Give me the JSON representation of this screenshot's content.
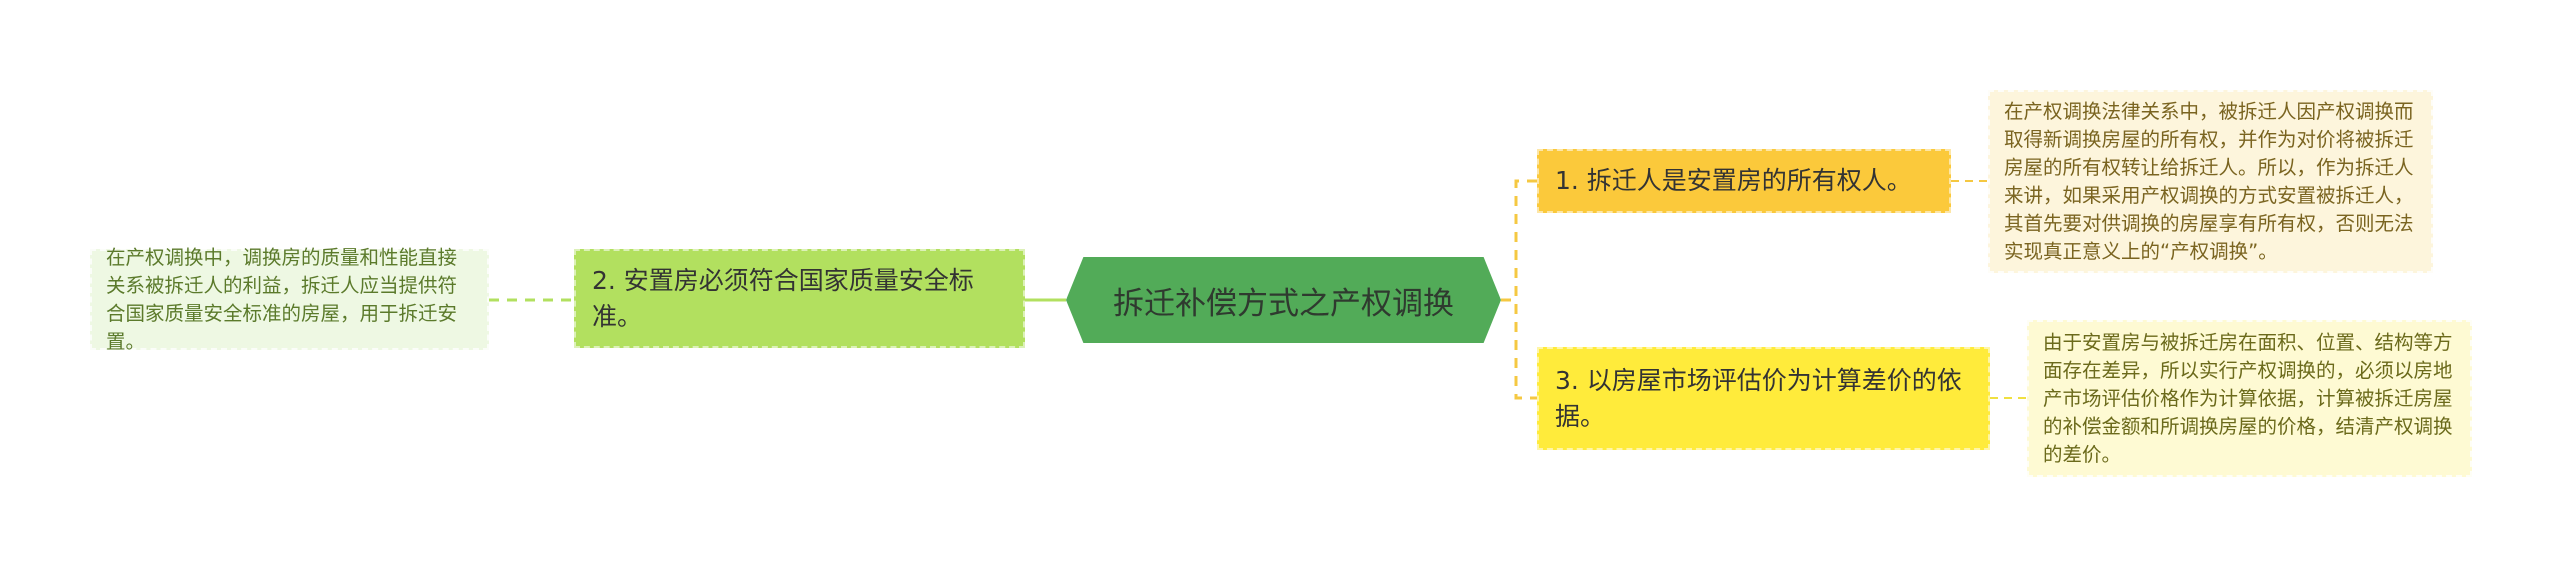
{
  "center": {
    "label": "拆迁补偿方式之产权调换"
  },
  "topics": [
    {
      "label": "1. 拆迁人是安置房的所有权人。",
      "note": "在产权调换法律关系中，被拆迁人因产权调换而取得新调换房屋的所有权，并作为对价将被拆迁房屋的所有权转让给拆迁人。所以，作为拆迁人来讲，如果采用产权调换的方式安置被拆迁人，其首先要对供调换的房屋享有所有权，否则无法实现真正意义上的“产权调换”。"
    },
    {
      "label": "2. 安置房必须符合国家质量安全标准。",
      "note": "在产权调换中，调换房的质量和性能直接关系被拆迁人的利益，拆迁人应当提供符合国家质量安全标准的房屋，用于拆迁安置。"
    },
    {
      "label": "3. 以房屋市场评估价为计算差价的依据。",
      "note": "由于安置房与被拆迁房在面积、位置、结构等方面存在差异，所以实行产权调换的，必须以房地产市场评估价格作为计算依据，计算被拆迁房屋的补偿金额和所调换房屋的价格，结清产权调换的差价。"
    }
  ],
  "colors": {
    "center": "#52ab58",
    "topic1": "#fbc93b",
    "topic2": "#b2e05f",
    "topic3": "#ffeb3b"
  }
}
